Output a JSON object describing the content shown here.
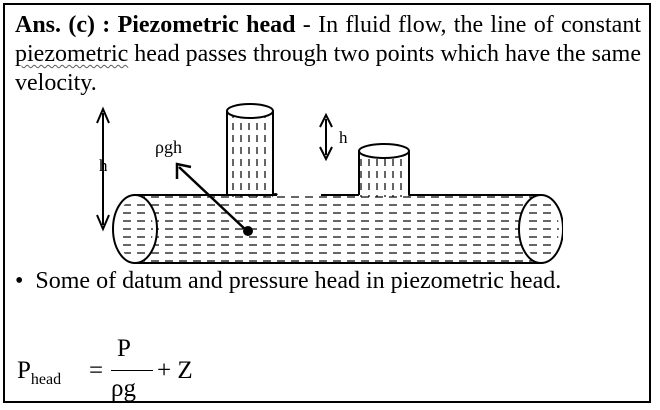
{
  "paragraph1": {
    "lead_bold": "Ans. (c) : Piezometric head",
    "text_a": " - In fluid flow, the line of constant ",
    "squiggle_word": "piezometric",
    "text_b": " head passes through two points which have the same velocity."
  },
  "diagram": {
    "label_pressure": "ρgh",
    "label_h_left": "h",
    "label_h_right": "h"
  },
  "paragraph2": {
    "bullet": "•",
    "text": "Some of datum and pressure head in piezometric head."
  },
  "formula": {
    "lhs_main": "P",
    "lhs_sub": "head",
    "equals": "=",
    "numerator": "P",
    "denominator": "ρg",
    "plus": "+",
    "term": "Z"
  }
}
